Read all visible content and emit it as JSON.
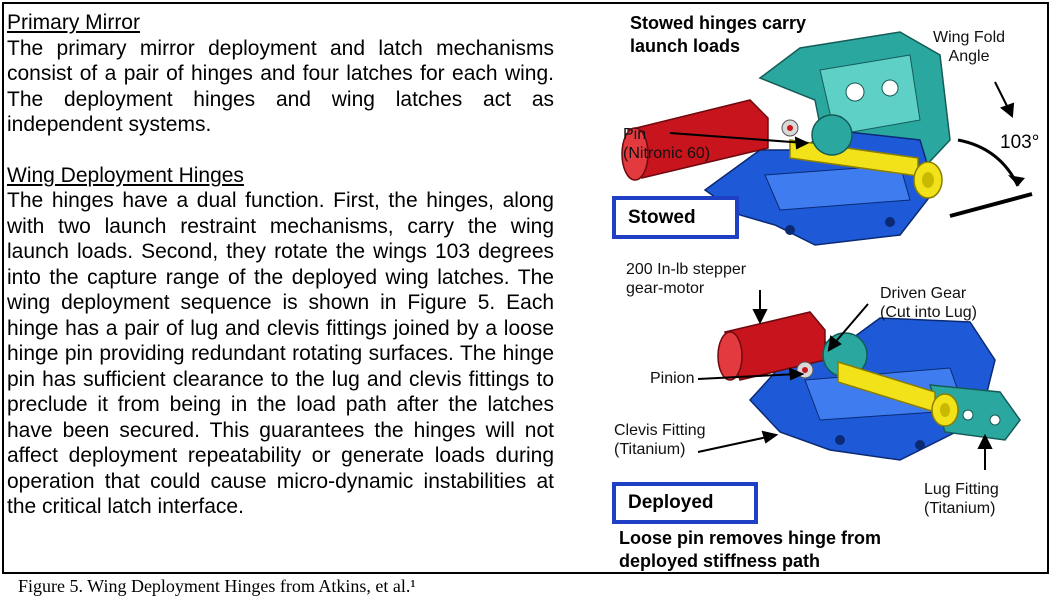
{
  "left": {
    "primary_heading": "Primary Mirror",
    "primary_text": "The primary mirror deployment and latch mechanisms consist of a pair of hinges and four latches for each wing. The deployment hinges and wing latches act as independent systems.",
    "hinge_heading": "Wing Deployment Hinges",
    "hinge_text": "The hinges have a dual function. First, the hinges, along with two launch restraint mechanisms, carry the wing launch loads. Second, they rotate the wings 103 degrees into the capture range of the deployed wing latches. The wing deployment sequence is shown in Figure 5. Each hinge has a pair of lug and clevis fittings joined by a loose hinge pin providing redundant rotating surfaces. The hinge pin has sufficient clearance to the lug and clevis fittings to preclude it from being in the load path after the latches have been secured. This guarantees the hinges will not affect deployment repeatability or generate loads during operation that could cause micro-dynamic instabilities at the critical latch interface."
  },
  "caption": "Figure 5. Wing Deployment Hinges from Atkins, et al.¹",
  "figure": {
    "top_title_line1": "Stowed hinges carry",
    "top_title_line2": "launch loads",
    "wing_fold_line1": "Wing Fold",
    "wing_fold_line2": "Angle",
    "angle_value": "103°",
    "pin_line1": "Pin",
    "pin_line2": "(Nitronic 60)",
    "stowed_label": "Stowed",
    "motor_line1": "200 In-lb stepper",
    "motor_line2": "gear-motor",
    "driven_gear_line1": "Driven Gear",
    "driven_gear_line2": "(Cut into Lug)",
    "pinion_label": "Pinion",
    "clevis_line1": "Clevis Fitting",
    "clevis_line2": "(Titanium)",
    "lug_line1": "Lug Fitting",
    "lug_line2": "(Titanium)",
    "deployed_label": "Deployed",
    "bottom_title_line1": "Loose pin removes hinge from",
    "bottom_title_line2": "deployed stiffness path"
  },
  "colors": {
    "box_border": "#1f3fc4",
    "bracket_blue": "#1e5ad8",
    "teal_fitting": "#2aa8a0",
    "motor_red": "#c8141c",
    "pin_yellow": "#f2e21a"
  }
}
